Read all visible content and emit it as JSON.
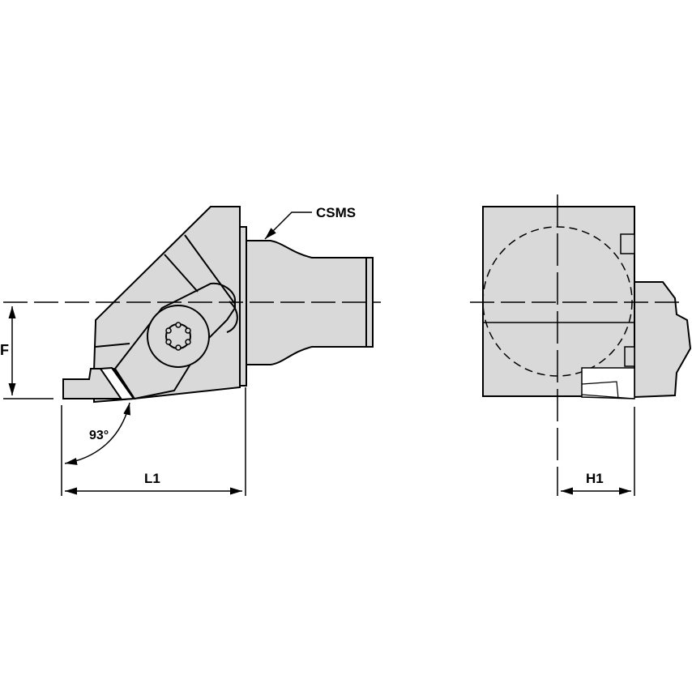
{
  "diagram": {
    "type": "technical-drawing",
    "subject": "cutting tool holder with insert (side and end views)",
    "fill_color": "#d9d9d9",
    "line_color": "#000000",
    "labels": {
      "csms": "CSMS",
      "f": "F",
      "angle": "93°",
      "l1": "L1",
      "h1": "H1"
    }
  }
}
